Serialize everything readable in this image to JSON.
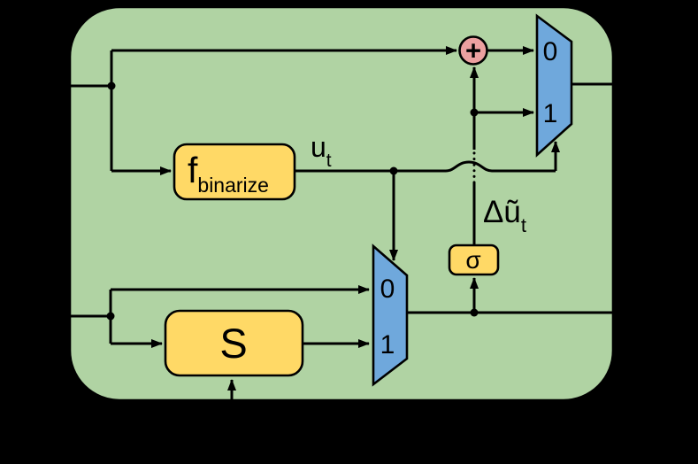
{
  "diagram": {
    "colors": {
      "background": "#000000",
      "cell_fill": "#B0D3A3",
      "block_fill": "#FFD966",
      "mux_fill": "#6FA8DC",
      "adder_fill": "#ECA0A0",
      "line": "#000000"
    },
    "blocks": {
      "f_binarize": {
        "main": "f",
        "sub": "binarize"
      },
      "state": {
        "label": "S"
      },
      "sigma": {
        "label": "σ"
      },
      "adder": {
        "label": "+"
      },
      "mux_top": {
        "in0": "0",
        "in1": "1"
      },
      "mux_bottom": {
        "in0": "0",
        "in1": "1"
      }
    },
    "wire_labels": {
      "u_t": {
        "main": "u",
        "sub": "t"
      },
      "delta_u_t": {
        "main": "Δũ",
        "sub": "t"
      }
    }
  }
}
